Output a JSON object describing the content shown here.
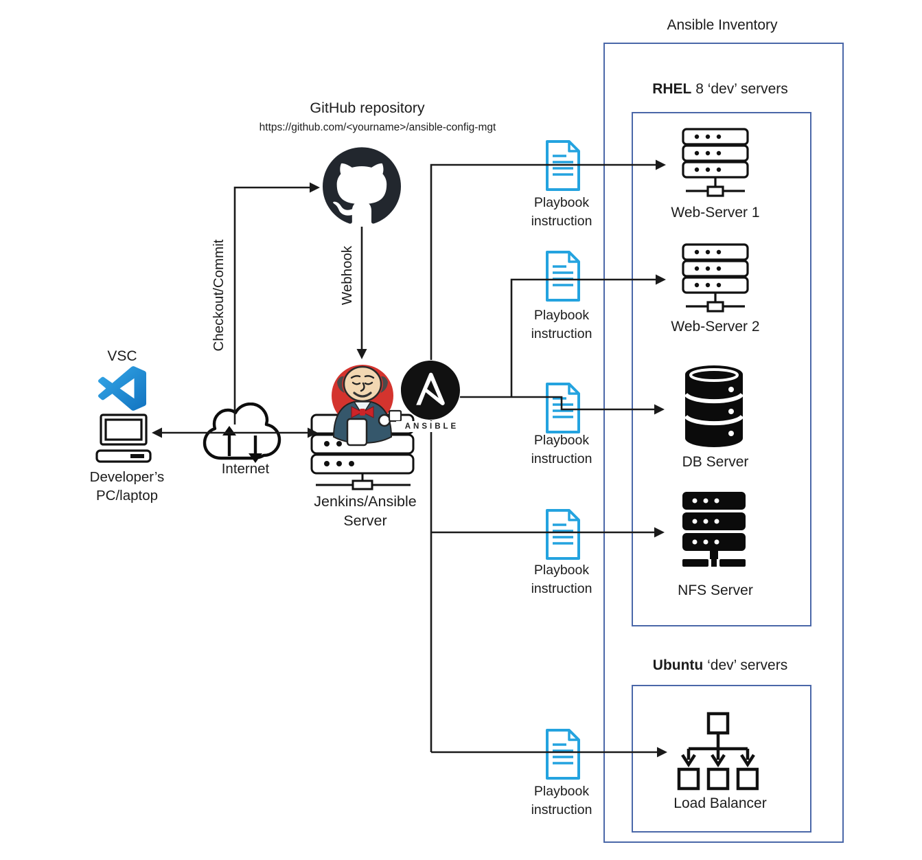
{
  "colors": {
    "box_border": "#4a67a8",
    "playbook_doc_blue": "#24a3df",
    "connector_line": "#1a1a1a",
    "github_black": "#22272e",
    "ansible_black": "#111111",
    "jenkins_red": "#d4342e",
    "vscode_blue": "#1d8fe0"
  },
  "developer": {
    "vsc_label": "VSC",
    "pc_label_line1": "Developer’s",
    "pc_label_line2": "PC/laptop"
  },
  "internet": {
    "label": "Internet"
  },
  "flows": {
    "checkout_label": "Checkout/Commit",
    "webhook_label": "Webhook"
  },
  "github": {
    "title": "GitHub repository",
    "url": "https://github.com/<yourname>/ansible-config-mgt"
  },
  "jenkins": {
    "label_line1": "Jenkins/Ansible",
    "label_line2": "Server"
  },
  "ansible": {
    "wordmark": "ANSIBLE"
  },
  "playbook": {
    "line1": "Playbook",
    "line2": "instruction"
  },
  "inventory": {
    "title": "Ansible Inventory",
    "rhel": {
      "os": "RHEL",
      "suffix": " 8 ‘dev’ servers",
      "servers": [
        "Web-Server 1",
        "Web-Server 2",
        "DB Server",
        "NFS Server"
      ]
    },
    "ubuntu": {
      "os": "Ubuntu",
      "suffix": " ‘dev’ servers",
      "servers": [
        "Load Balancer"
      ]
    }
  }
}
